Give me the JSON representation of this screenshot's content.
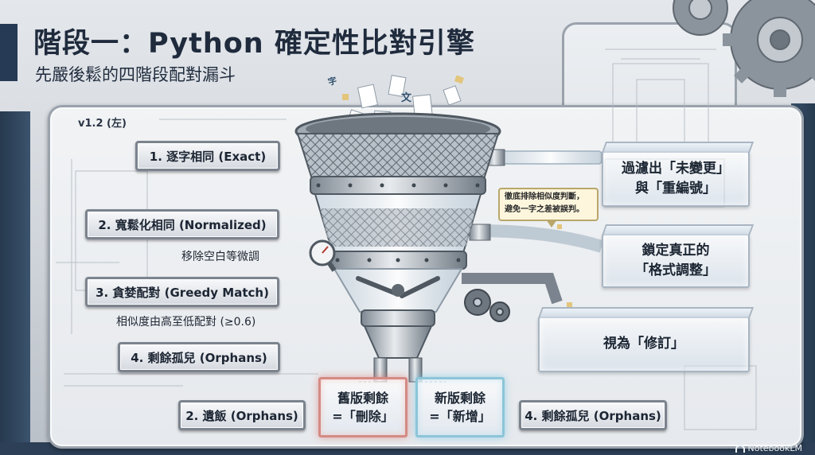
{
  "header": {
    "title": "階段一：Python 確定性比對引擎",
    "subtitle": "先嚴後鬆的四階段配對漏斗",
    "version": "v1.2 (左)"
  },
  "stages": [
    {
      "label": "1. 逐字相同 (Exact)",
      "note": ""
    },
    {
      "label": "2. 寬鬆化相同 (Normalized)",
      "note": "移除空白等微調"
    },
    {
      "label": "3. 貪婪配對 (Greedy Match)",
      "note": "相似度由高至低配對 (≥0.6)"
    },
    {
      "label": "4. 剩餘孤兒 (Orphans)",
      "note": ""
    }
  ],
  "outputs": {
    "box1_line1": "過濾出「未變更」",
    "box1_line2": "與「重編號」",
    "box2_line1": "鎖定真正的",
    "box2_line2": "「格式調整」",
    "box3": "視為「修訂」"
  },
  "callout": {
    "line1": "徹底排除相似度判斷，",
    "line2": "避免一字之差被誤判。"
  },
  "bottom": {
    "left_label": "2. 遺飯 (Orphans)",
    "old_bin_line1": "舊版剩餘",
    "old_bin_line2": "=「刪除」",
    "new_bin_line1": "新版剩餘",
    "new_bin_line2": "=「新增」",
    "right_label": "4. 剩餘孤兒 (Orphans)"
  },
  "floating_glyphs": [
    "文",
    "字"
  ],
  "colors": {
    "title_bar": "#263a55",
    "deleted_glow": "#d48a84",
    "added_glow": "#8cc5d8",
    "callout_bg": "#fdf6dd"
  },
  "brand": "NotebookLM",
  "icons": [
    "gear-icon",
    "pressure-gauge-icon",
    "funnel-icon",
    "pipe-icon",
    "notebooklm-logo-icon"
  ]
}
